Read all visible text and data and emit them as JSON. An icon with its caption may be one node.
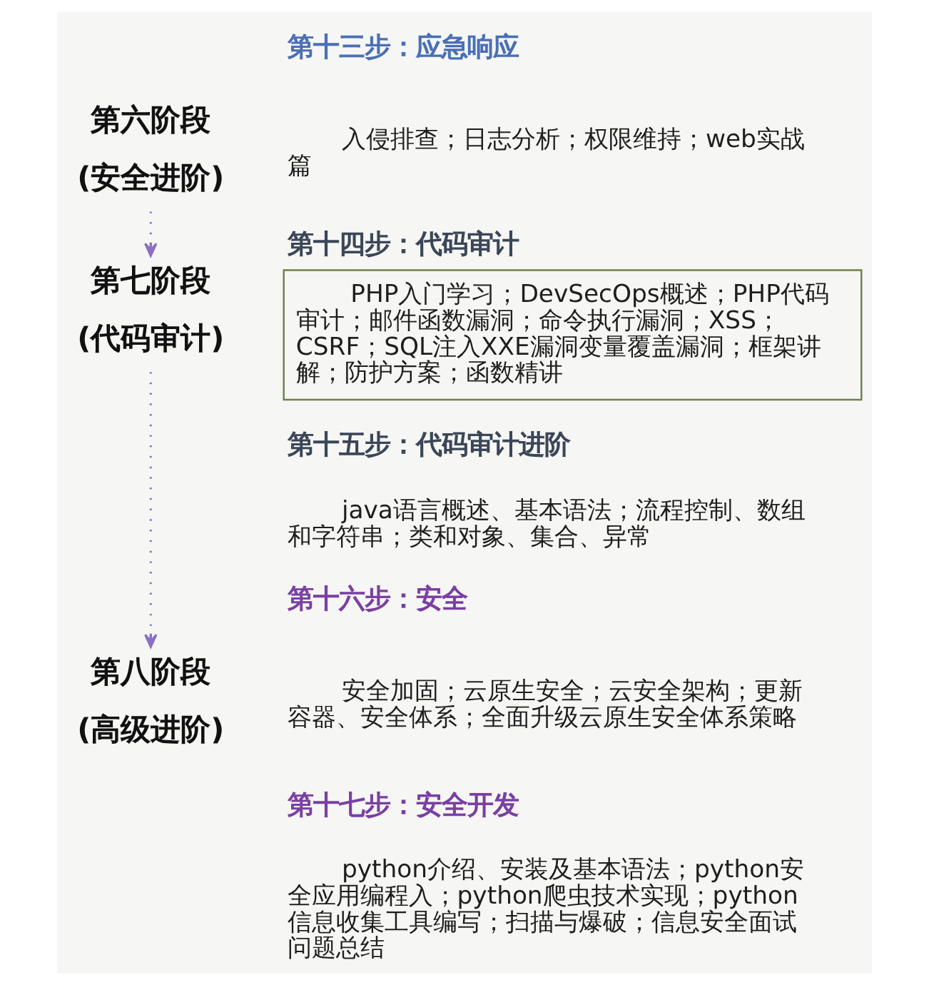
{
  "diagram": {
    "nodes": [
      {
        "text": [
          "第六阶段",
          "(安全进阶)"
        ]
      },
      {
        "text": [
          "第七阶段",
          "(代码审计)"
        ]
      },
      {
        "text": [
          "第十四步：代码审计",
          "PHP入门学习；DevSecOps概述；PHP代码审计；邮件函数漏洞；命令执行漏洞；XSS；CSRF；SQL注入XXE漏洞变量覆盖漏洞；框架讲解；防护方案；函数精讲"
        ]
      },
      {
        "text": [
          "第八阶段",
          "(高级进阶)"
        ]
      }
    ],
    "edges": [
      {
        "from": 0,
        "to": 1,
        "arrow": "to",
        "style": "dashed"
      },
      {
        "from": 1,
        "to": 3,
        "arrow": "to",
        "style": "dashed"
      }
    ],
    "labels": [
      "第十三步：应急响应",
      "入侵排查；日志分析；权限维持；web实战篇",
      "第十五步：代码审计进阶",
      "java语言概述、基本语法；流程控制、数组和字符串；类和对象、集合、异常",
      "第十六步：安全",
      "安全加固；云原生安全；云安全架构；更新容器、安全体系；全面升级云原生安全体系策略",
      "第十七步：安全开发",
      "python介绍、安装及基本语法；python安全应用编程入；python爬虫技术实现；python信息收集工具编写；扫描与爆破；信息安全面试问题总结"
    ]
  }
}
